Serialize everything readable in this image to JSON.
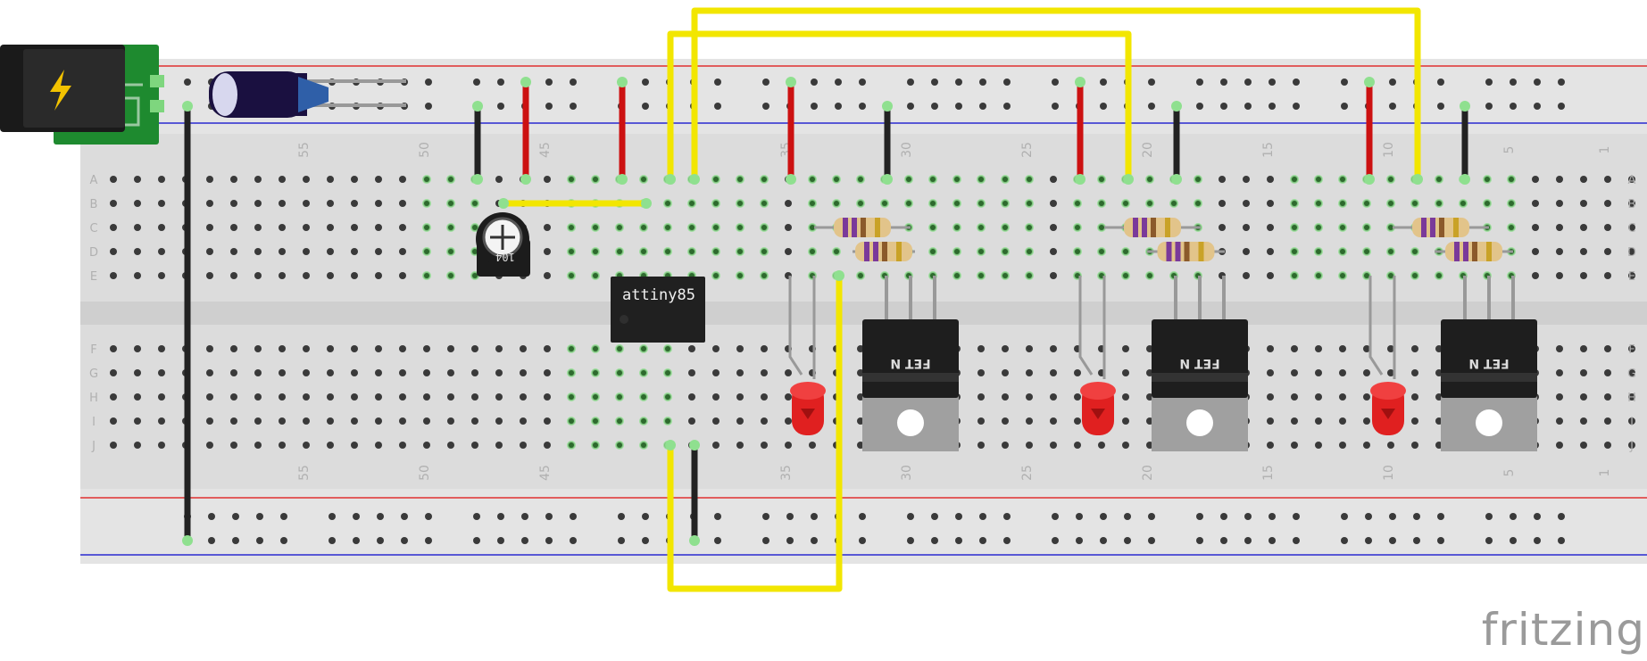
{
  "watermark": "fritzing",
  "chip": {
    "label": "attiny85"
  },
  "trimpot": {
    "code": "104"
  },
  "mosfet": {
    "label": "FET N"
  },
  "row_letters_top": [
    "A",
    "B",
    "C",
    "D",
    "E"
  ],
  "row_letters_bottom": [
    "F",
    "G",
    "H",
    "I",
    "J"
  ],
  "column_numbers": [
    "55",
    "50",
    "45",
    "35",
    "30",
    "25",
    "20",
    "15",
    "10",
    "5",
    "1"
  ],
  "colors": {
    "wire_yellow": "#f2e600",
    "wire_red": "#cc1111",
    "wire_black": "#222222",
    "board": "#dcdcdc",
    "rail_red": "#e03030",
    "rail_blue": "#2a2ad0",
    "pcb_green": "#1e8a2f"
  }
}
